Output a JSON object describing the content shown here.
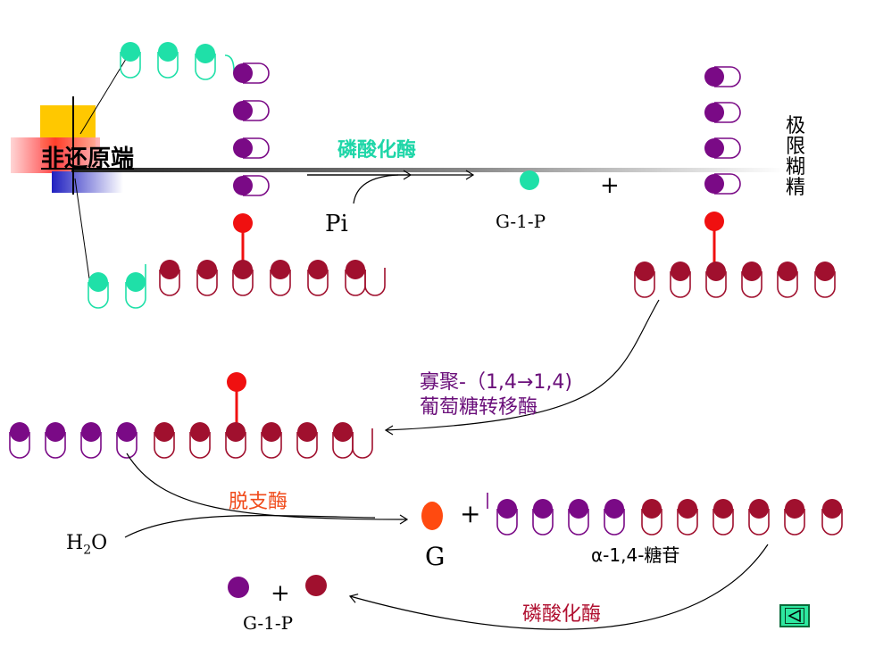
{
  "labels": {
    "non_reducing_end": "非还原端",
    "phosphorylase_top": "磷酸化酶",
    "pi": "Pi",
    "g1p_top": "G-1-P",
    "plus": "+",
    "limit_dextrin": "极限糊精",
    "transferase_line1": "寡聚-（1,4→1,4)",
    "transferase_line2": "葡萄糖转移酶",
    "debranching_enzyme": "脱支酶",
    "h2o_main": "H",
    "h2o_sub": "2",
    "h2o_tail": "O",
    "glucose": "G",
    "alpha_glycoside": "α-1,4-糖苷",
    "phosphorylase_bottom": "磷酸化酶",
    "g1p_bottom": "G-1-P"
  },
  "colors": {
    "teal": "#1fe0a8",
    "purple": "#7a0a86",
    "maroon": "#a0102e",
    "red": "#f01010",
    "orange": "#ff4a10",
    "enzyme_teal_text": "#1fd6a8",
    "transferase_text": "#6a0f7a",
    "debranch_text": "#f04a1a",
    "phosphorylase_bottom_text": "#b01030"
  },
  "icons": {
    "back_button": "back-triangle-icon"
  }
}
